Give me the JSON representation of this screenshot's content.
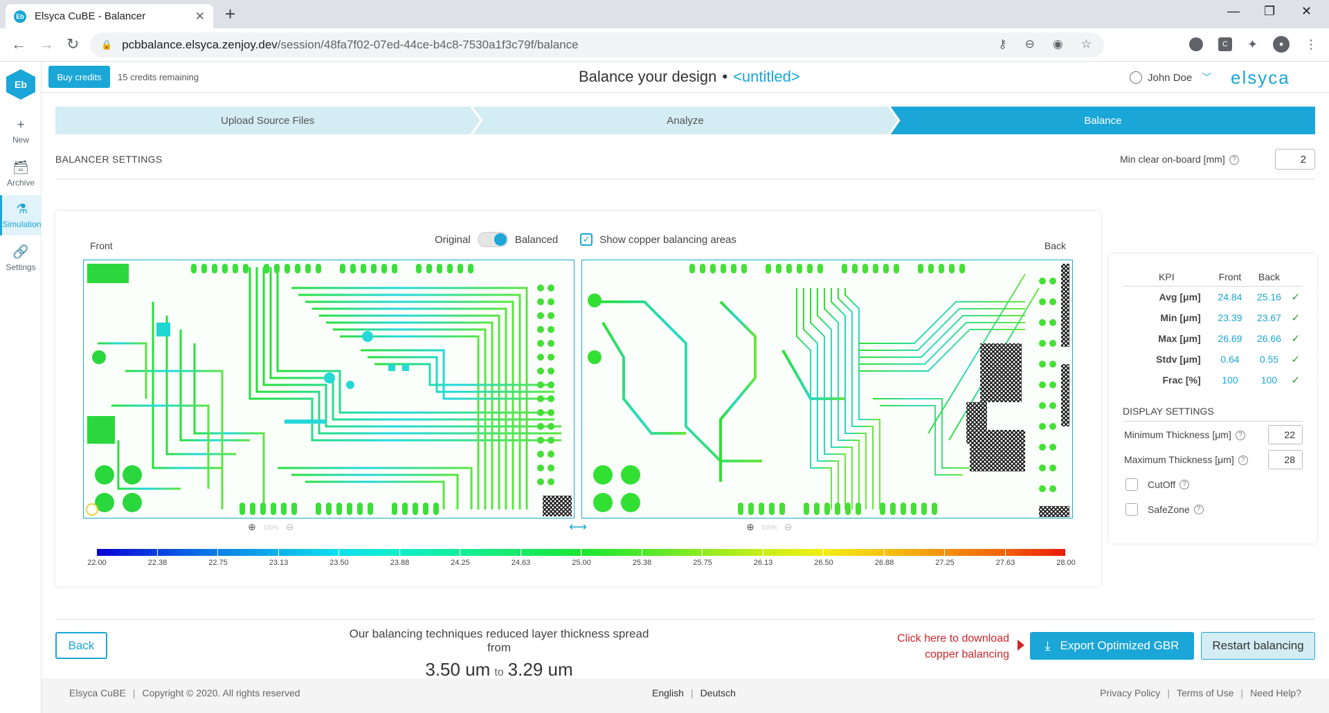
{
  "browser": {
    "tab_title": "Elsyca CuBE - Balancer",
    "favicon": "Eb",
    "url_host": "pcbbalance.elsyca.zenjoy.dev",
    "url_path": "/session/48fa7f02-07ed-44ce-b4c8-7530a1f3c79f/balance",
    "ext_c": "C"
  },
  "rail": {
    "logo": "Eb",
    "items": [
      {
        "label": "New",
        "icon": "plus-icon"
      },
      {
        "label": "Archive",
        "icon": "archive-icon"
      },
      {
        "label": "Simulation",
        "icon": "flask-icon"
      },
      {
        "label": "Settings",
        "icon": "link-icon"
      }
    ]
  },
  "header": {
    "buy_credits": "Buy credits",
    "credits_remaining": "15 credits remaining",
    "title": "Balance your design",
    "separator": "•",
    "design_name": "<untitled>",
    "user": "John Doe",
    "brand": "elsyca"
  },
  "steps": [
    "Upload Source Files",
    "Analyze",
    "Balance"
  ],
  "settings": {
    "title": "BALANCER SETTINGS",
    "min_clear_label": "Min clear on-board [mm]",
    "min_clear_value": "2"
  },
  "viewer": {
    "front_label": "Front",
    "back_label": "Back",
    "original_label": "Original",
    "balanced_label": "Balanced",
    "show_areas_label": "Show copper balancing areas",
    "zoom_level": "100%"
  },
  "scale": {
    "labels": [
      "22.00",
      "22.38",
      "22.75",
      "23.13",
      "23.50",
      "23.88",
      "24.25",
      "24.63",
      "25.00",
      "25.38",
      "25.75",
      "26.13",
      "26.50",
      "26.88",
      "27.25",
      "27.63",
      "28.00"
    ],
    "colors": [
      "#0a00d4",
      "#0b3fe0",
      "#0c7fe8",
      "#0eb0ec",
      "#10dff0",
      "#12eec8",
      "#14ee9a",
      "#16ea66",
      "#1ae632",
      "#4ce82a",
      "#8eea22",
      "#c8ee1c",
      "#f2ee16",
      "#f6c212",
      "#f4900e",
      "#f0600a",
      "#ea1a08"
    ]
  },
  "kpi": {
    "headers": [
      "KPI",
      "Front",
      "Back"
    ],
    "rows": [
      {
        "name": "Avg [μm]",
        "front": "24.84",
        "back": "25.16"
      },
      {
        "name": "Min [μm]",
        "front": "23.39",
        "back": "23.67"
      },
      {
        "name": "Max [μm]",
        "front": "26.69",
        "back": "26.66"
      },
      {
        "name": "Stdv [μm]",
        "front": "0.64",
        "back": "0.55"
      },
      {
        "name": "Frac [%]",
        "front": "100",
        "back": "100"
      }
    ],
    "check": "✓"
  },
  "display": {
    "title": "DISPLAY SETTINGS",
    "min_thickness_label": "Minimum Thickness [μm]",
    "min_thickness_value": "22",
    "max_thickness_label": "Maximum Thickness [μm]",
    "max_thickness_value": "28",
    "cutoff_label": "CutOff",
    "safezone_label": "SafeZone"
  },
  "actions": {
    "back": "Back",
    "summary_line": "Our balancing techniques reduced layer thickness spread from",
    "from_value": "3.50 um",
    "to_word": "to",
    "to_value": "3.29 um",
    "download_hint": "Click here to download copper balancing",
    "export": "Export Optimized GBR",
    "restart": "Restart balancing"
  },
  "footer": {
    "brand": "Elsyca CuBE",
    "copyright": "Copyright © 2020. All rights reserved",
    "lang_en": "English",
    "lang_de": "Deutsch",
    "privacy": "Privacy Policy",
    "terms": "Terms of Use",
    "help": "Need Help?"
  }
}
